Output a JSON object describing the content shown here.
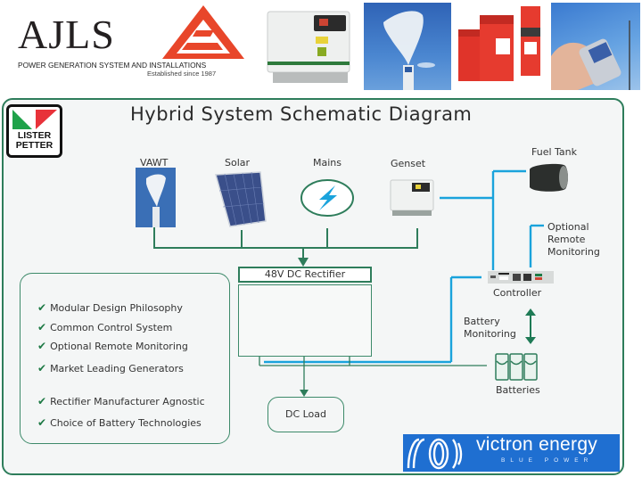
{
  "header": {
    "brand_name": "AJLS",
    "brand_tagline": "POWER GENERATION SYSTEM AND INSTALLATIONS",
    "brand_established": "Established since 1987",
    "brand_logo_icon": "red-triangle-g-logo",
    "photos": [
      {
        "name": "genset-photo",
        "subject": "diesel generator"
      },
      {
        "name": "wind-turbine-photo",
        "subject": "vertical axis wind turbine"
      },
      {
        "name": "battery-photo",
        "subject": "red batteries"
      },
      {
        "name": "remote-phone-photo",
        "subject": "mobile phone remote monitoring"
      }
    ]
  },
  "diagram": {
    "title": "Hybrid System Schematic Diagram",
    "lister_logo": {
      "line1": "LISTER",
      "line2": "PETTER"
    },
    "sources": [
      {
        "label": "VAWT",
        "icon": "wind-turbine-icon"
      },
      {
        "label": "Solar",
        "icon": "solar-panel-icon"
      },
      {
        "label": "Mains",
        "icon": "lightning-icon"
      },
      {
        "label": "Genset",
        "icon": "generator-icon"
      }
    ],
    "fuel_tank": "Fuel Tank",
    "optional_remote": [
      "Optional",
      "Remote",
      "Monitoring"
    ],
    "controller": "Controller",
    "battery_monitoring": [
      "Battery",
      "Monitoring"
    ],
    "batteries": "Batteries",
    "rectifier": "48V DC Rectifier",
    "dc_load": "DC Load",
    "features": [
      "Modular Design Philosophy",
      "Common Control System",
      "Optional Remote Monitoring",
      "Market Leading Generators",
      "Rectifier Manufacturer Agnostic",
      "Choice of Battery Technologies"
    ],
    "check_glyph": "✔"
  },
  "victron": {
    "name": "victron energy",
    "tagline": "BLUE POWER"
  },
  "colors": {
    "green_line": "#2e7d5b",
    "blue_line": "#1aa3dc",
    "victron_blue": "#1f6fd1",
    "brand_red": "#e8462a"
  }
}
